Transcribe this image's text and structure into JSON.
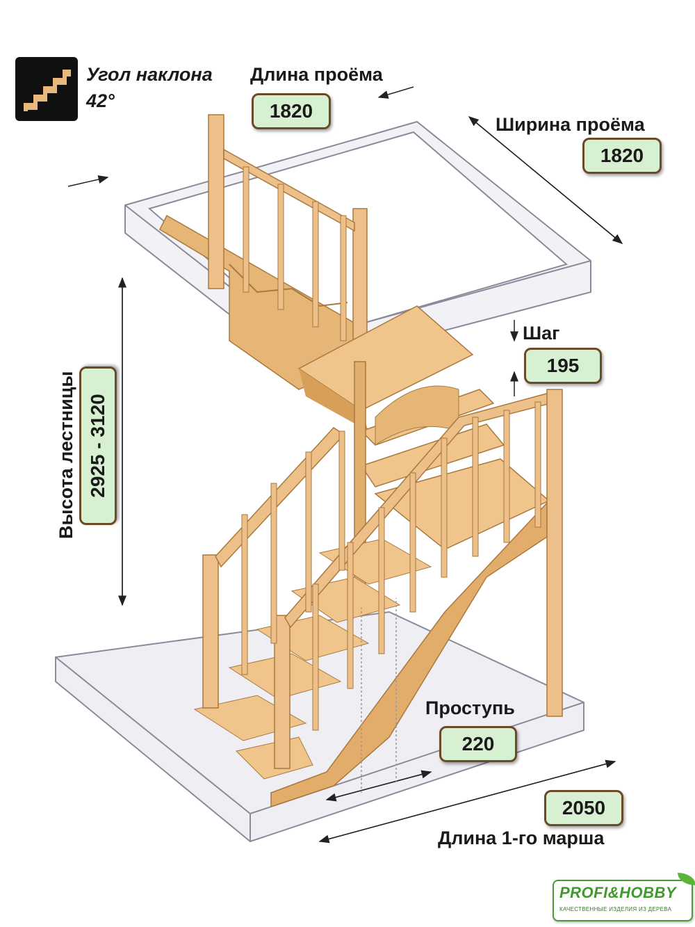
{
  "incline": {
    "label_line1": "Угол наклона",
    "label_line2": "42°"
  },
  "opening_length": {
    "label": "Длина проёма",
    "value": "1820"
  },
  "opening_width": {
    "label": "Ширина проёма",
    "value": "1820"
  },
  "stair_height": {
    "label": "Высота лестницы",
    "value": "2925 - 3120"
  },
  "step": {
    "label": "Шаг",
    "value": "195"
  },
  "tread": {
    "label": "Проступь",
    "value": "220"
  },
  "first_flight_length": {
    "label": "Длина 1-го марша",
    "value": "2050"
  },
  "logo": {
    "brand": "PROFI&HOBBY",
    "tagline": "КАЧЕСТВЕННЫЕ ИЗДЕЛИЯ ИЗ ДЕРЕВА"
  },
  "colors": {
    "wood": "#e8b97a",
    "wood_dark": "#c98f4a",
    "slab": "#e9e9ef",
    "badge": "#d7f0d1",
    "logo_green": "#3f9a2b"
  }
}
